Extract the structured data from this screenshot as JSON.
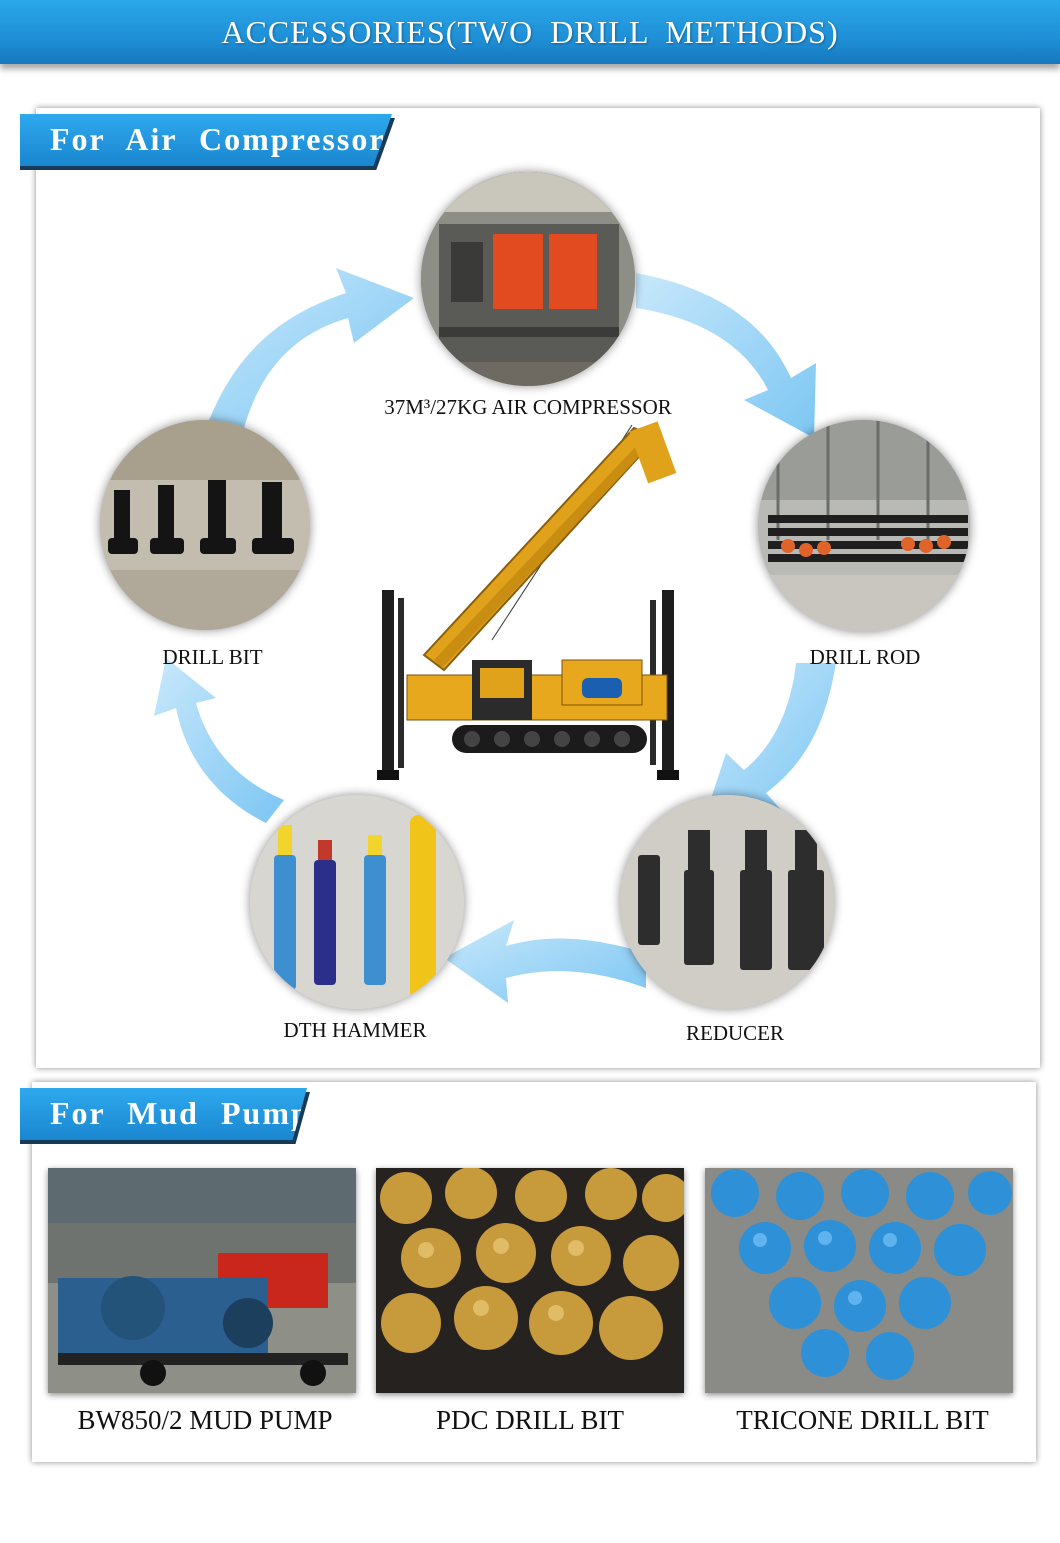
{
  "header": {
    "title": "ACCESSORIES(TWO  DRILL  METHODS)"
  },
  "section_air": {
    "title": "For  Air  Compressor",
    "items": [
      {
        "label": "37M³/27KG AIR COMPRESSOR"
      },
      {
        "label": "DRILL ROD"
      },
      {
        "label": "REDUCER"
      },
      {
        "label": "DTH HAMMER"
      },
      {
        "label": "DRILL BIT"
      }
    ]
  },
  "section_mud": {
    "title": "For  Mud  Pump",
    "items": [
      {
        "label": "BW850/2 MUD PUMP"
      },
      {
        "label": "PDC DRILL BIT"
      },
      {
        "label": "TRICONE DRILL BIT"
      }
    ]
  },
  "colors": {
    "accent": "#1f8fd6",
    "arrow": "#9fd6f7",
    "machine": "#e0a21a"
  }
}
